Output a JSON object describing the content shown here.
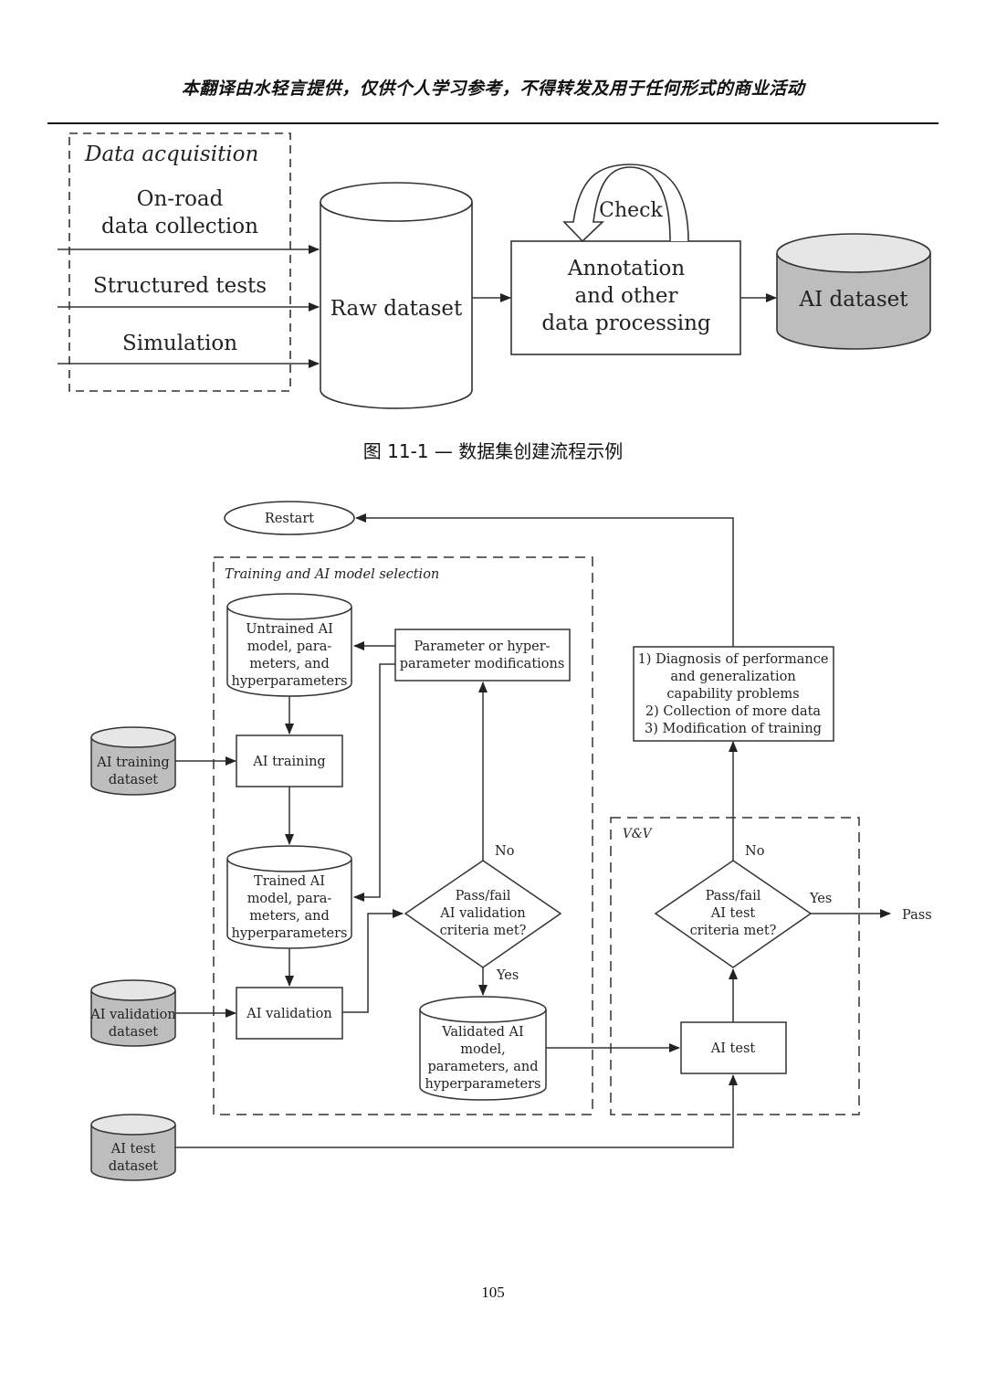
{
  "header": {
    "notice": "本翻译由水轻言提供，仅供个人学习参考，不得转发及用于任何形式的商业活动"
  },
  "figure1": {
    "group_title": "Data acquisition",
    "sources": [
      {
        "lines": [
          "On-road",
          "data collection"
        ]
      },
      {
        "lines": [
          "Structured tests"
        ]
      },
      {
        "lines": [
          "Simulation"
        ]
      }
    ],
    "raw_dataset": "Raw dataset",
    "check_label": "Check",
    "processing": [
      "Annotation",
      "and other",
      "data processing"
    ],
    "ai_dataset": "AI dataset",
    "caption": "图 11-1 — 数据集创建流程示例"
  },
  "figure2": {
    "restart": "Restart",
    "training_group_title": "Training and AI model selection",
    "vv_group_title": "V&V",
    "untrained_model": [
      "Untrained AI",
      "model, para-",
      "meters, and",
      "hyperparameters"
    ],
    "param_mod": [
      "Parameter or hyper-",
      "parameter modifications"
    ],
    "ai_training_dataset": [
      "AI training",
      "dataset"
    ],
    "ai_training": "AI training",
    "trained_model": [
      "Trained AI",
      "model, para-",
      "meters, and",
      "hyperparameters"
    ],
    "validation_decision": [
      "Pass/fail",
      "AI validation",
      "criteria met?"
    ],
    "ai_validation_dataset": [
      "AI validation",
      "dataset"
    ],
    "ai_validation": "AI validation",
    "validated_model": [
      "Validated AI",
      "model,",
      "parameters, and",
      "hyperparameters"
    ],
    "ai_test_dataset": [
      "AI test",
      "dataset"
    ],
    "ai_test": "AI test",
    "test_decision": [
      "Pass/fail",
      "AI test",
      "criteria met?"
    ],
    "diagnosis": [
      "1) Diagnosis of performance",
      "and generalization",
      "capability problems",
      "2) Collection of more data",
      "3) Modification of training"
    ],
    "no_label": "No",
    "yes_label": "Yes",
    "pass": "Pass"
  },
  "colors": {
    "line": "#333333",
    "dataset_fill": "#bdbdbd",
    "dataset_top": "#e6e6e6"
  },
  "page_number": "105"
}
